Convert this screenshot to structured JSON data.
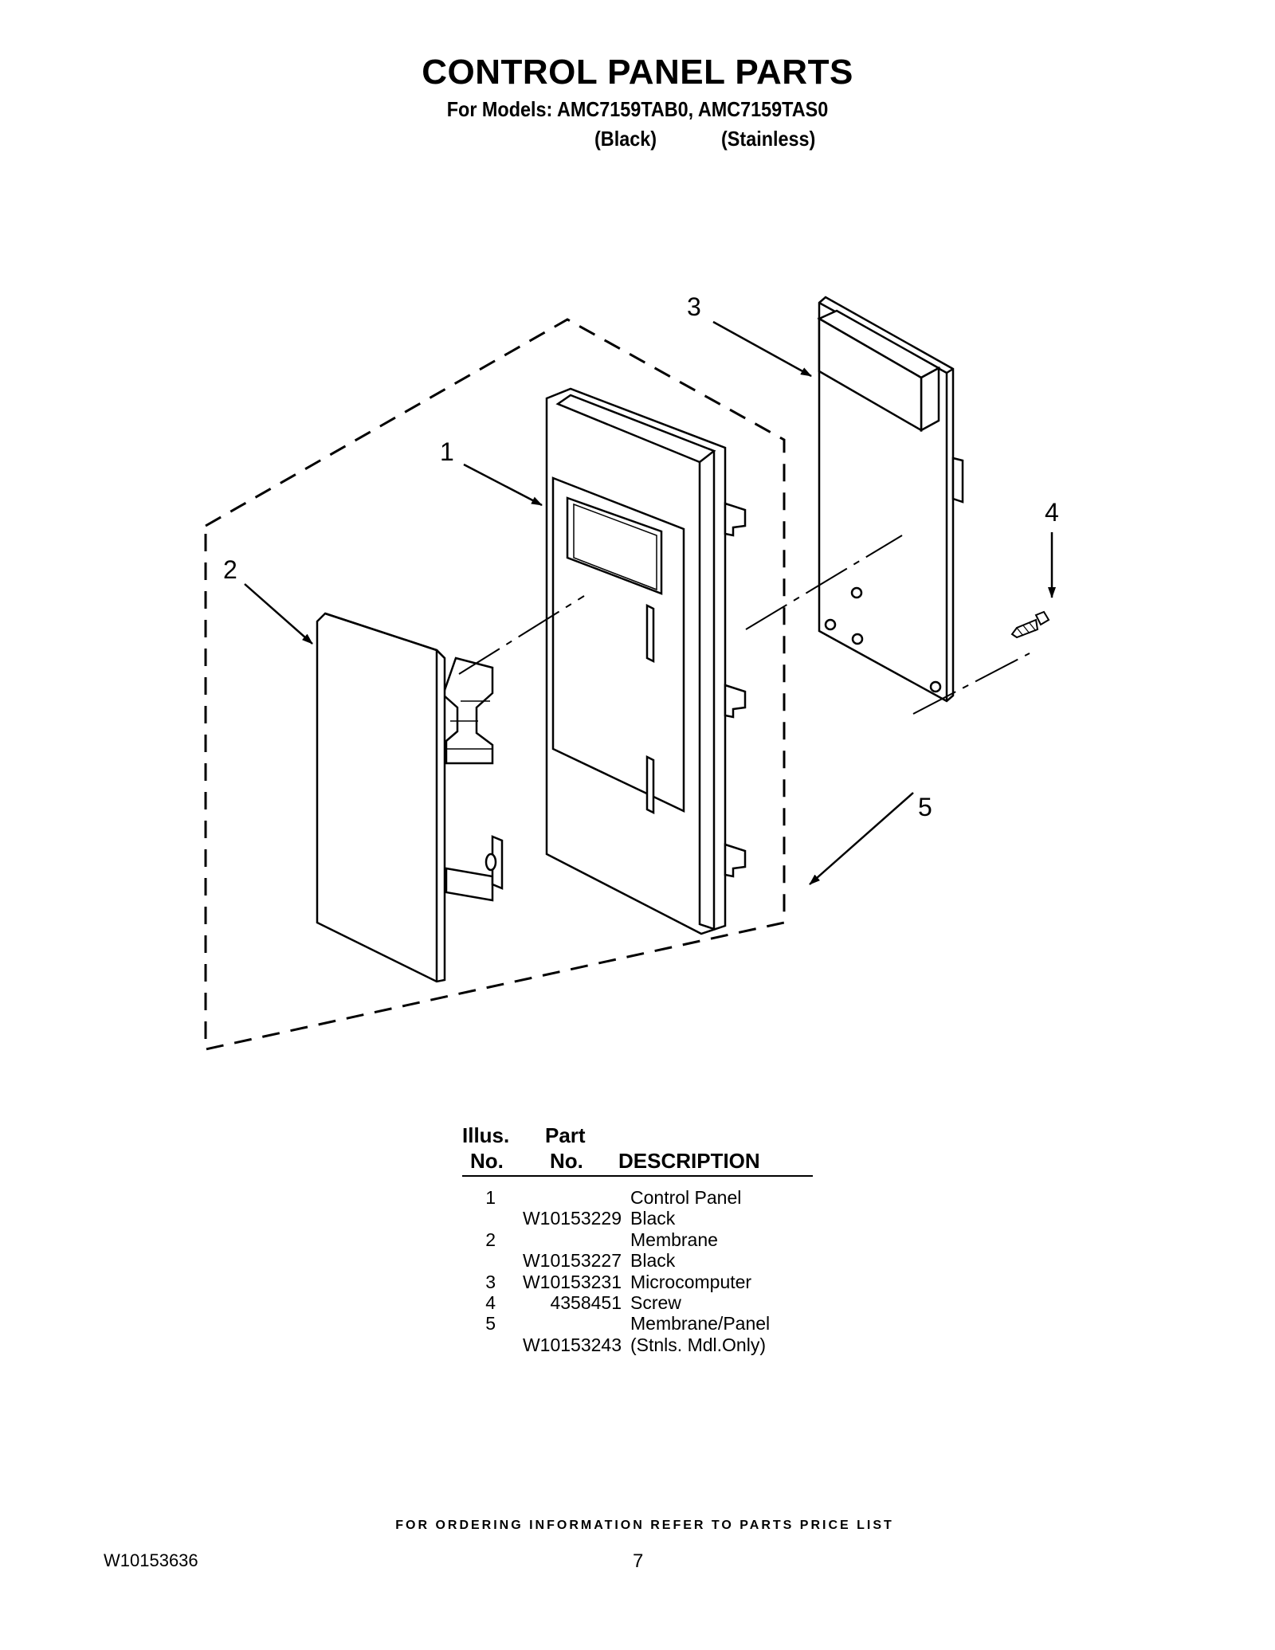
{
  "header": {
    "title": "CONTROL PANEL PARTS",
    "subtitle": "For Models: AMC7159TAB0, AMC7159TAS0",
    "variants": [
      "(Black)",
      "(Stainless)"
    ]
  },
  "diagram": {
    "callouts": [
      "1",
      "2",
      "3",
      "4",
      "5"
    ]
  },
  "parts_table": {
    "headers": {
      "illus_line1": "Illus.",
      "illus_line2": "No.",
      "part_line1": "Part",
      "part_line2": "No.",
      "description": "DESCRIPTION"
    },
    "rows": [
      {
        "illus": "1",
        "part": "",
        "desc": "Control Panel"
      },
      {
        "illus": "",
        "part": "W10153229",
        "desc": "Black"
      },
      {
        "illus": "2",
        "part": "",
        "desc": "Membrane"
      },
      {
        "illus": "",
        "part": "W10153227",
        "desc": "Black"
      },
      {
        "illus": "3",
        "part": "W10153231",
        "desc": "Microcomputer"
      },
      {
        "illus": "4",
        "part": "4358451",
        "desc": "Screw"
      },
      {
        "illus": "5",
        "part": "",
        "desc": "Membrane/Panel"
      },
      {
        "illus": "",
        "part": "W10153243",
        "desc": "(Stnls. Mdl.Only)"
      }
    ]
  },
  "footer": {
    "note": "FOR ORDERING INFORMATION REFER TO PARTS PRICE LIST",
    "doc_id": "W10153636",
    "page_number": "7"
  }
}
